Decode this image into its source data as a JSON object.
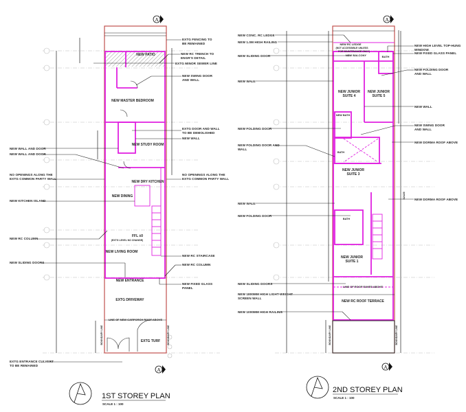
{
  "colors": {
    "new_work": "#e020e0",
    "boundary": "#c0504d",
    "existing": "#222222"
  },
  "first_storey": {
    "title": "1ST STOREY PLAN",
    "scale": "SCALE 1 : 100",
    "section_marker": "A",
    "rooms": {
      "patio": "NEW PATIO",
      "master_bedroom": "NEW MASTER BEDROOM",
      "study": "NEW STUDY ROOM",
      "dry_kitchen": "NEW DRY KITCHEN",
      "dining": "NEW DINING",
      "ffl": "FFL ±0",
      "extg_level": "(EXTG LEVEL NO CHANGE)",
      "living": "NEW LIVING ROOM",
      "entrance": "NEW ENTRANCE",
      "driveway": "EXTG DRIVEWAY",
      "carporch": "LINE OF NEW CARPORCH ROOF ABOVE",
      "turf": "EXTG TURF",
      "boundary_line": "BOUNDARY LINE"
    },
    "callouts_left": [
      "NEW WALL AND DOOR",
      "NEW WALL AND DOOR",
      "NO OPENINGS ALONG THE",
      "EXTG COMMON PARTY WALL",
      "NEW KITCHEN ISLAND",
      "NEW RC COLUMN",
      "NEW SLIDING DOORS",
      "EXTG ENTRANCE CULVERT",
      "TO BE REMAINED"
    ],
    "callouts_right": [
      "EXTG FENCING TO",
      "BE REMAINED",
      "NEW RC TRENCH TO",
      "ENGR'S DETAIL",
      "EXTG MINOR SEWER LINE",
      "NEW SWING DOOR",
      "AND WALL",
      "EXTG DOOR AND WALL",
      "TO BE DEMOLISHED",
      "NEW WALL",
      "NO OPENINGS ALONG THE",
      "EXTG COMMON PARTY WALL",
      "NEW RC STAIRCASE",
      "NEW RC COLUMN",
      "NEW FIXED GLASS",
      "PANEL"
    ]
  },
  "second_storey": {
    "title": "2ND STOREY PLAN",
    "scale": "SCALE 1 : 100",
    "section_marker": "A",
    "rooms": {
      "ledge": "NEW RC LEDGE",
      "ledge_note": "(NOT ACCESSIBLE UNLESS",
      "ledge_note2": "FOR MAINTENANCE ONLY)",
      "balcony": "NEW BALCONY",
      "bath_top": "BATH",
      "suite4a": "NEW JUNIOR",
      "suite4b": "SUITE 4",
      "suite5a": "NEW JUNIOR",
      "suite5b": "SUITE 5",
      "new_bath": "NEW BATH",
      "bath_mid": "BATH",
      "suite3a": "NEW JUNIOR",
      "suite3b": "SUITE 3",
      "bath_low": "BATH",
      "suite1a": "NEW JUNIOR",
      "suite1b": "SUITE 1",
      "eaves": "LINE OF ROOF EAVES ABOVE",
      "terrace": "NEW RC ROOF TERRACE",
      "boundary_line": "BOUNDARY LINE",
      "total_dim": "32125"
    },
    "callouts_left": [
      "NEW CONC. RC LEDGE",
      "NEW 1.0M HIGH RAILING",
      "NEW SLIDING DOOR",
      "NEW WALL",
      "NEW FOLDING DOOR",
      "NEW FOLDING DOOR AND",
      "WALL",
      "NEW WALL",
      "NEW FOLDING DOOR",
      "NEW SLIDING DOORS",
      "NEW 1800MM HIGH LIGHT-WEIGHT",
      "SCREEN WALL",
      "NEW 1000MM HIGH RAILING"
    ],
    "callouts_right": [
      "NEW HIGH LEVEL TOP-HUNG",
      "WINDOW",
      "NEW FIXED GLASS PANEL",
      "NEW FOLDING DOOR",
      "AND WALL",
      "NEW WALL",
      "NEW SWING DOOR",
      "AND WALL",
      "NEW DORMA ROOF ABOVE",
      "NEW DORMA ROOF ABOVE"
    ]
  }
}
